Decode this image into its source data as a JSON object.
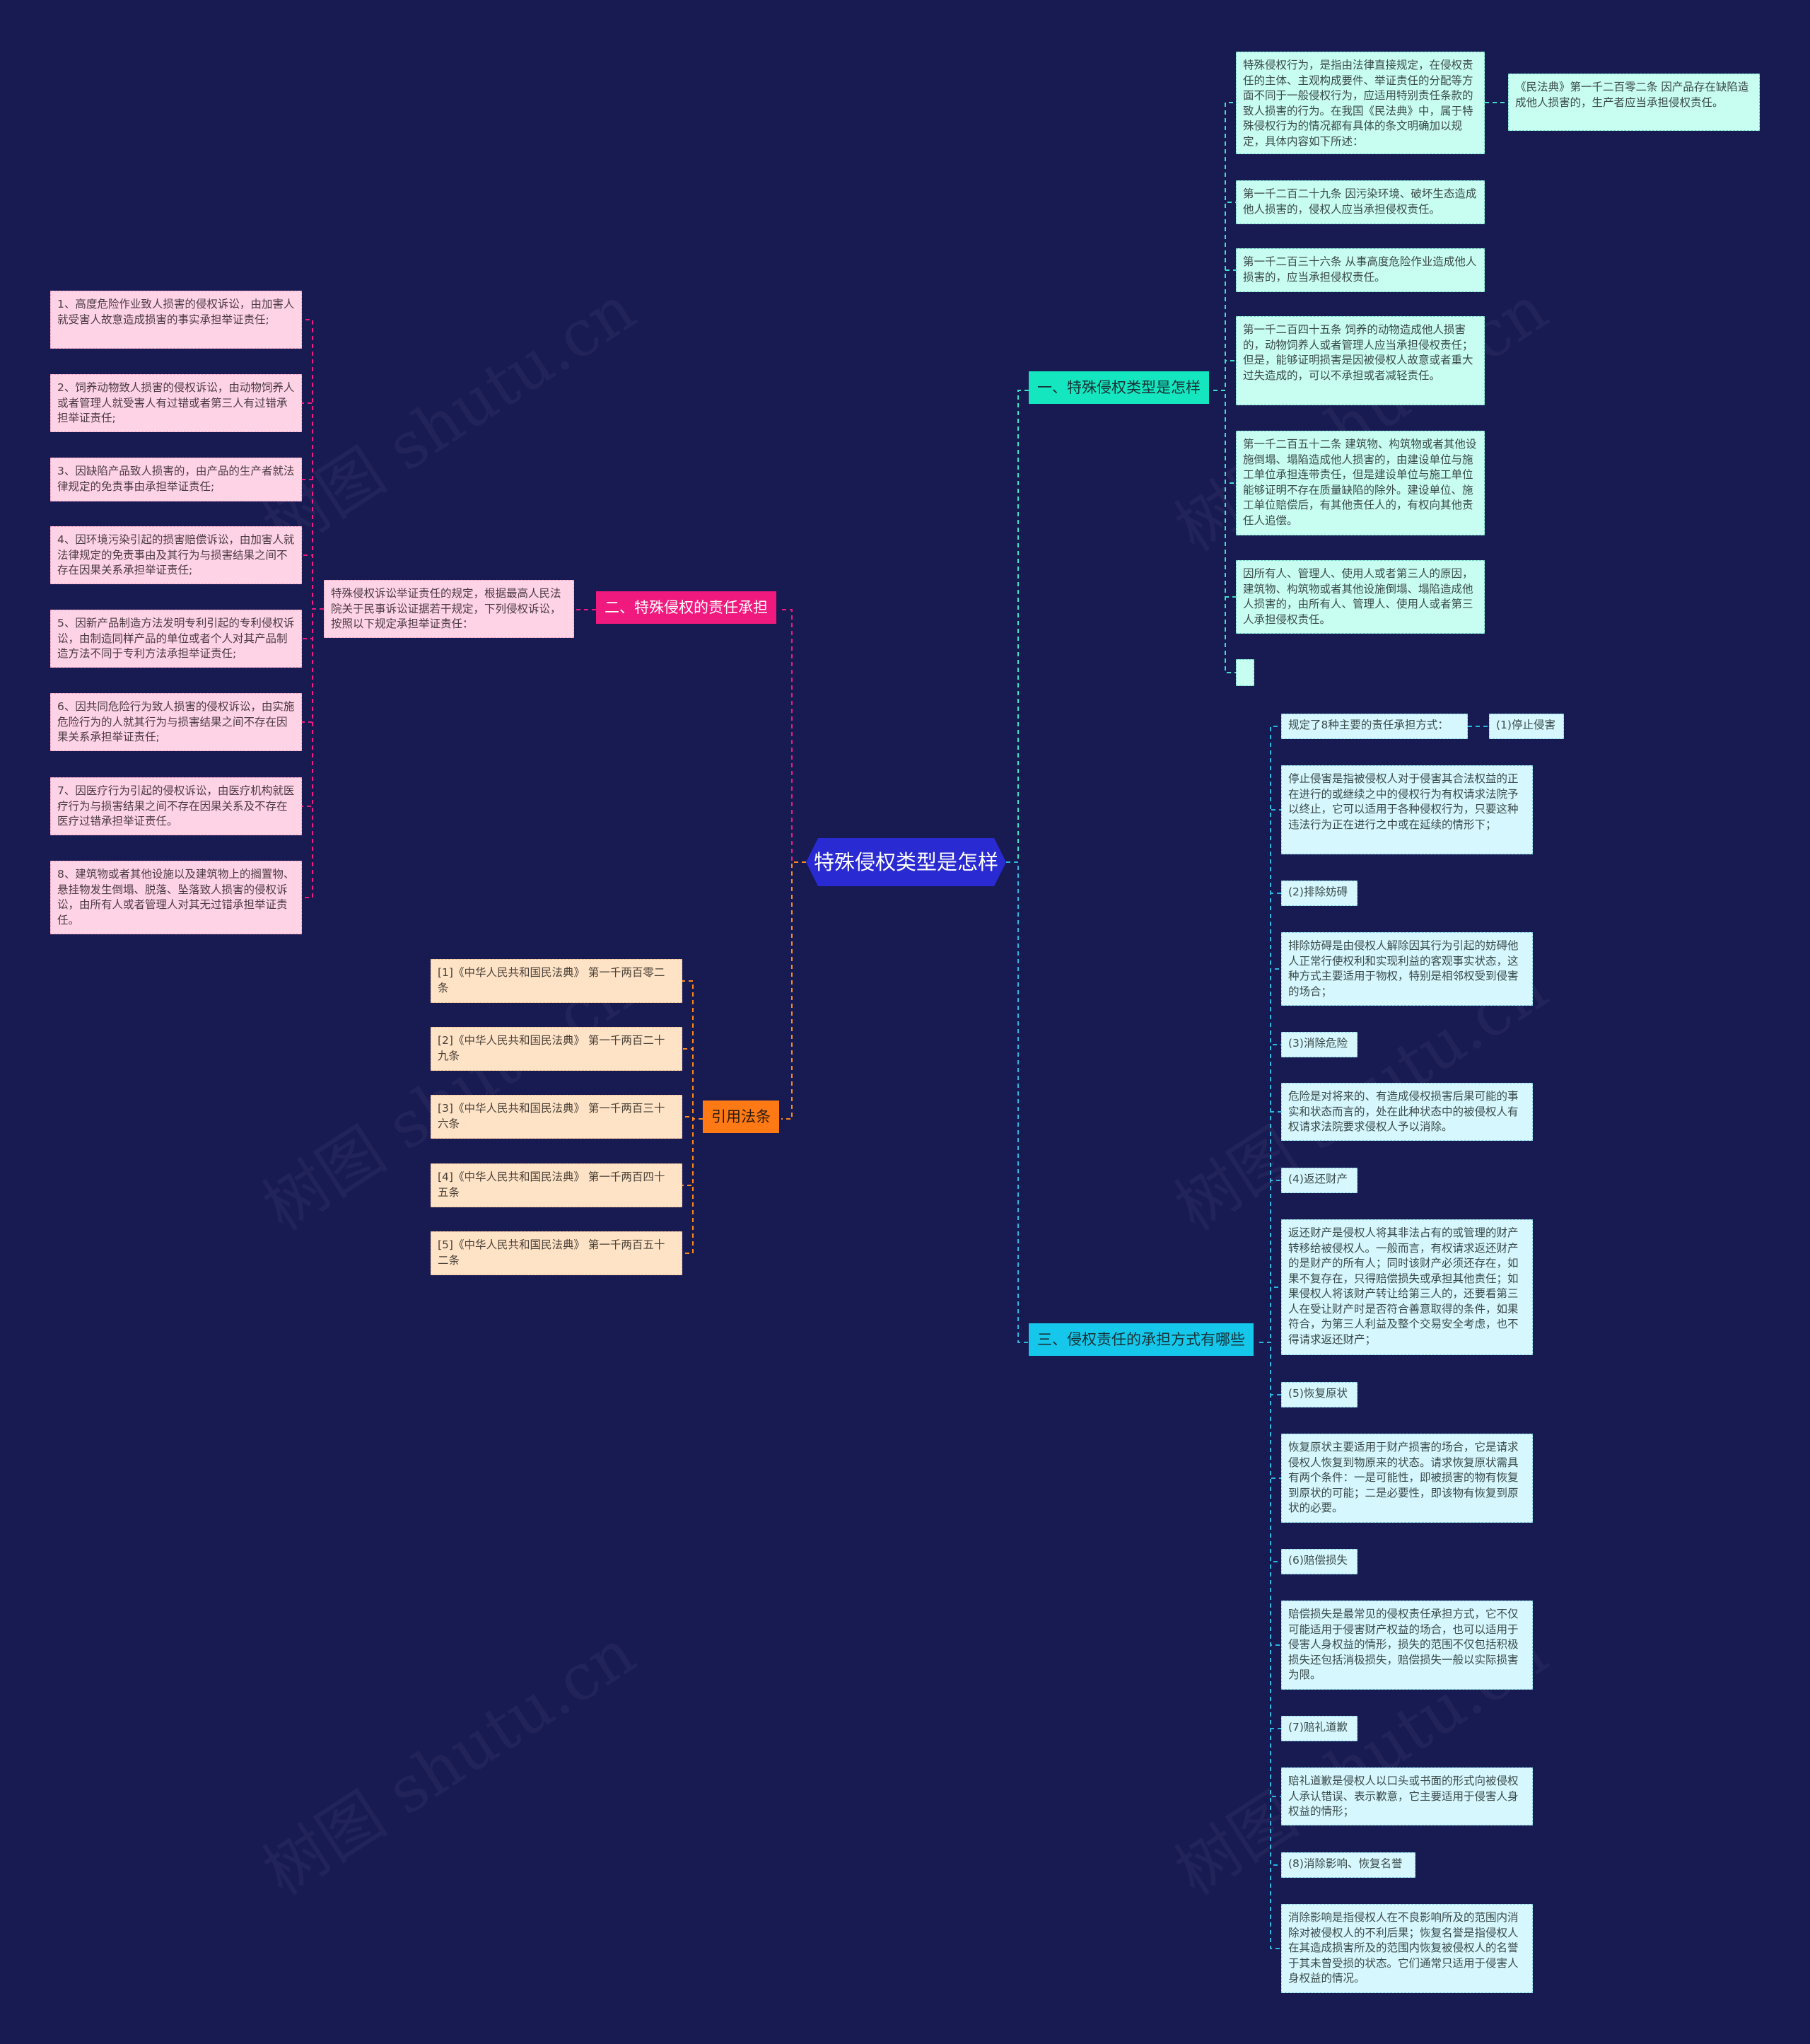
{
  "root": "特殊侵权类型是怎样",
  "watermark": "树图 shutu.cn",
  "branches": {
    "b1": {
      "title": "一、特殊侵权类型是怎样",
      "items": [
        "特殊侵权行为，是指由法律直接规定，在侵权责任的主体、主观构成要件、举证责任的分配等方面不同于一般侵权行为，应适用特别责任条款的致人损害的行为。在我国《民法典》中，属于特殊侵权行为的情况都有具体的条文明确加以规定，具体内容如下所述：",
        "第一千二百二十九条 因污染环境、破坏生态造成他人损害的，侵权人应当承担侵权责任。",
        "第一千二百三十六条 从事高度危险作业造成他人损害的，应当承担侵权责任。",
        "第一千二百四十五条 饲养的动物造成他人损害的，动物饲养人或者管理人应当承担侵权责任；但是，能够证明损害是因被侵权人故意或者重大过失造成的，可以不承担或者减轻责任。",
        "第一千二百五十二条 建筑物、构筑物或者其他设施倒塌、塌陷造成他人损害的，由建设单位与施工单位承担连带责任，但是建设单位与施工单位能够证明不存在质量缺陷的除外。建设单位、施工单位赔偿后，有其他责任人的，有权向其他责任人追偿。",
        "因所有人、管理人、使用人或者第三人的原因，建筑物、构筑物或者其他设施倒塌、塌陷造成他人损害的，由所有人、管理人、使用人或者第三人承担侵权责任。",
        ""
      ],
      "sub": "《民法典》第一千二百零二条 因产品存在缺陷造成他人损害的，生产者应当承担侵权责任。"
    },
    "b2": {
      "title": "二、特殊侵权的责任承担",
      "mid": "特殊侵权诉讼举证责任的规定，根据最高人民法院关于民事诉讼证据若干规定，下列侵权诉讼，按照以下规定承担举证责任：",
      "items": [
        "1、高度危险作业致人损害的侵权诉讼，由加害人就受害人故意造成损害的事实承担举证责任;",
        "2、饲养动物致人损害的侵权诉讼，由动物饲养人或者管理人就受害人有过错或者第三人有过错承担举证责任;",
        "3、因缺陷产品致人损害的，由产品的生产者就法律规定的免责事由承担举证责任;",
        "4、因环境污染引起的损害赔偿诉讼，由加害人就法律规定的免责事由及其行为与损害结果之间不存在因果关系承担举证责任;",
        "5、因新产品制造方法发明专利引起的专利侵权诉讼，由制造同样产品的单位或者个人对其产品制造方法不同于专利方法承担举证责任;",
        "6、因共同危险行为致人损害的侵权诉讼，由实施危险行为的人就其行为与损害结果之间不存在因果关系承担举证责任;",
        "7、因医疗行为引起的侵权诉讼，由医疗机构就医疗行为与损害结果之间不存在因果关系及不存在医疗过错承担举证责任。",
        "8、建筑物或者其他设施以及建筑物上的搁置物、悬挂物发生倒塌、脱落、坠落致人损害的侵权诉讼，由所有人或者管理人对其无过错承担举证责任。"
      ]
    },
    "b3": {
      "title": "三、侵权责任的承担方式有哪些",
      "intro": "规定了8种主要的责任承担方式：",
      "intro_child": "(1)停止侵害",
      "items": [
        "停止侵害是指被侵权人对于侵害其合法权益的正在进行的或继续之中的侵权行为有权请求法院予以终止，它可以适用于各种侵权行为，只要这种违法行为正在进行之中或在延续的情形下；",
        "(2)排除妨碍",
        "排除妨碍是由侵权人解除因其行为引起的妨碍他人正常行使权利和实现利益的客观事实状态，这种方式主要适用于物权，特别是相邻权受到侵害的场合；",
        "(3)消除危险",
        "危险是对将来的、有造成侵权损害后果可能的事实和状态而言的，处在此种状态中的被侵权人有权请求法院要求侵权人予以消除。",
        "(4)返还财产",
        "返还财产是侵权人将其非法占有的或管理的财产转移给被侵权人。一般而言，有权请求返还财产的是财产的所有人；同时该财产必须还存在，如果不复存在，只得赔偿损失或承担其他责任；如果侵权人将该财产转让给第三人的，还要看第三人在受让财产时是否符合善意取得的条件，如果符合，为第三人利益及整个交易安全考虑，也不得请求返还财产；",
        "(5)恢复原状",
        "恢复原状主要适用于财产损害的场合，它是请求侵权人恢复到物原来的状态。请求恢复原状需具有两个条件：一是可能性，即被损害的物有恢复到原状的可能；二是必要性，即该物有恢复到原状的必要。",
        "(6)赔偿损失",
        "赔偿损失是最常见的侵权责任承担方式，它不仅可能适用于侵害财产权益的场合，也可以适用于侵害人身权益的情形，损失的范围不仅包括积极损失还包括消极损失，赔偿损失一般以实际损害为限。",
        "(7)赔礼道歉",
        "赔礼道歉是侵权人以口头或书面的形式向被侵权人承认错误、表示歉意，它主要适用于侵害人身权益的情形；",
        "(8)消除影响、恢复名誉",
        "消除影响是指侵权人在不良影响所及的范围内消除对被侵权人的不利后果；恢复名誉是指侵权人在其造成损害所及的范围内恢复被侵权人的名誉于其未曾受损的状态。它们通常只适用于侵害人身权益的情况。"
      ]
    },
    "b4": {
      "title": "引用法条",
      "items": [
        "[1]《中华人民共和国民法典》 第一千两百零二条",
        "[2]《中华人民共和国民法典》 第一千两百二十九条",
        "[3]《中华人民共和国民法典》 第一千两百三十六条",
        "[4]《中华人民共和国民法典》 第一千两百四十五条",
        "[5]《中华人民共和国民法典》 第一千两百五十二条"
      ]
    }
  },
  "colors": {
    "background": "#181a52",
    "root": "#2a2ad2",
    "branch1": "#14e6c0",
    "branch2": "#f0197e",
    "branch3": "#16c7ec",
    "branch4": "#ff7a14",
    "line_cyan": "#3ce3c8",
    "line_pink": "#f0197e",
    "line_blue": "#2bb6e0",
    "line_orange": "#ff8a1a"
  }
}
